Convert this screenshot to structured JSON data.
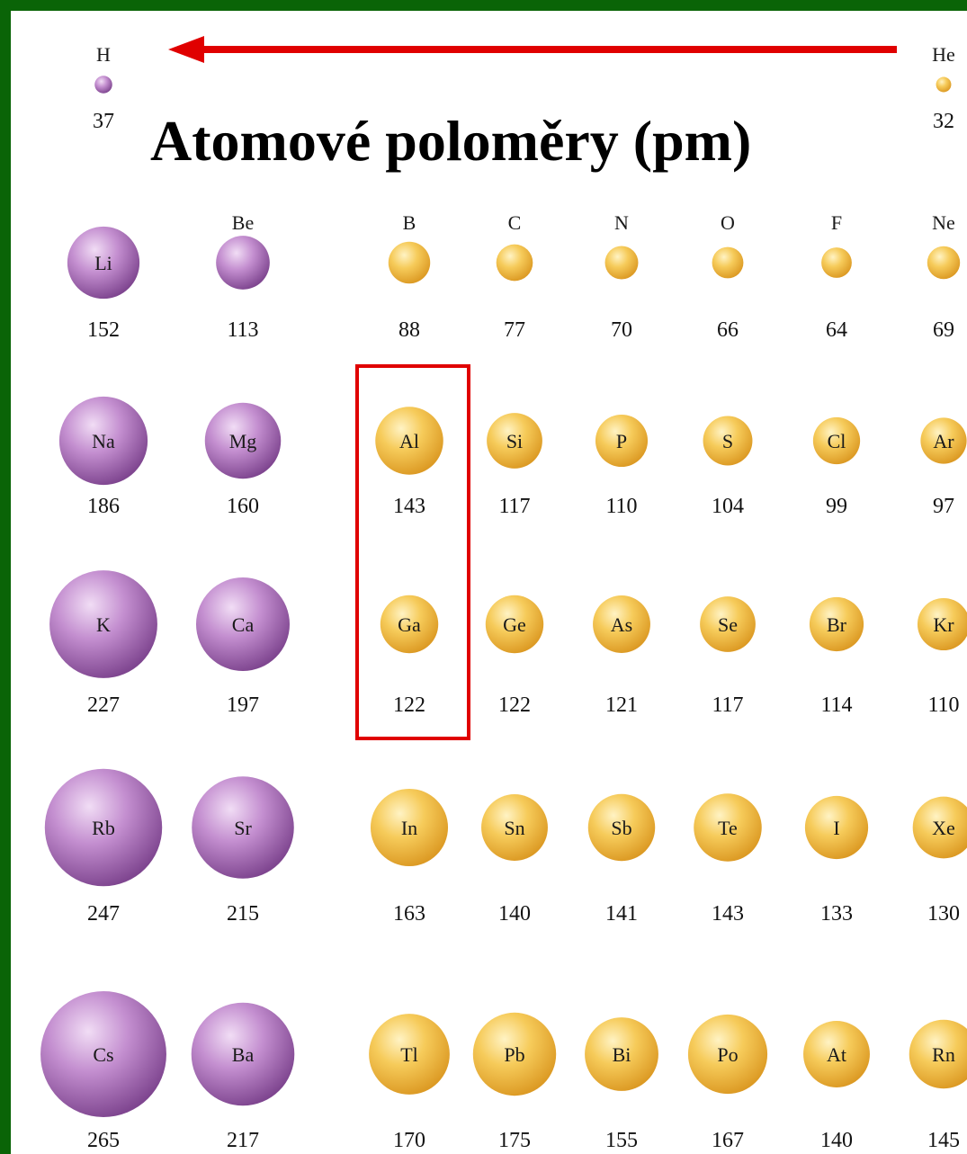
{
  "title": "Atomové poloměry (pm)",
  "colors": {
    "frame": "#0a6407",
    "metal_light": "#e5c2ec",
    "metal_dark": "#8b4f97",
    "nonmetal_light": "#fff2b0",
    "nonmetal_dark": "#e3a12d",
    "arrow": "#e00000",
    "group_box": "#e00000"
  },
  "annotations": {
    "arrow": "left-pointing red arrow across top (radius decreases left to right)",
    "highlight": "red rectangle around Al and Ga"
  },
  "chart_data": {
    "type": "diagram",
    "unit": "pm",
    "elements": [
      {
        "symbol": "H",
        "radius": 37,
        "row": 1,
        "col": 1,
        "kind": "metal-style"
      },
      {
        "symbol": "He",
        "radius": 32,
        "row": 1,
        "col": 8,
        "kind": "nonmetal-style"
      },
      {
        "symbol": "Li",
        "radius": 152,
        "row": 2,
        "col": 1,
        "kind": "metal-style"
      },
      {
        "symbol": "Be",
        "radius": 113,
        "row": 2,
        "col": 2,
        "kind": "metal-style"
      },
      {
        "symbol": "B",
        "radius": 88,
        "row": 2,
        "col": 3,
        "kind": "nonmetal-style"
      },
      {
        "symbol": "C",
        "radius": 77,
        "row": 2,
        "col": 4,
        "kind": "nonmetal-style"
      },
      {
        "symbol": "N",
        "radius": 70,
        "row": 2,
        "col": 5,
        "kind": "nonmetal-style"
      },
      {
        "symbol": "O",
        "radius": 66,
        "row": 2,
        "col": 6,
        "kind": "nonmetal-style"
      },
      {
        "symbol": "F",
        "radius": 64,
        "row": 2,
        "col": 7,
        "kind": "nonmetal-style"
      },
      {
        "symbol": "Ne",
        "radius": 69,
        "row": 2,
        "col": 8,
        "kind": "nonmetal-style"
      },
      {
        "symbol": "Na",
        "radius": 186,
        "row": 3,
        "col": 1,
        "kind": "metal-style"
      },
      {
        "symbol": "Mg",
        "radius": 160,
        "row": 3,
        "col": 2,
        "kind": "metal-style"
      },
      {
        "symbol": "Al",
        "radius": 143,
        "row": 3,
        "col": 3,
        "kind": "nonmetal-style"
      },
      {
        "symbol": "Si",
        "radius": 117,
        "row": 3,
        "col": 4,
        "kind": "nonmetal-style"
      },
      {
        "symbol": "P",
        "radius": 110,
        "row": 3,
        "col": 5,
        "kind": "nonmetal-style"
      },
      {
        "symbol": "S",
        "radius": 104,
        "row": 3,
        "col": 6,
        "kind": "nonmetal-style"
      },
      {
        "symbol": "Cl",
        "radius": 99,
        "row": 3,
        "col": 7,
        "kind": "nonmetal-style"
      },
      {
        "symbol": "Ar",
        "radius": 97,
        "row": 3,
        "col": 8,
        "kind": "nonmetal-style"
      },
      {
        "symbol": "K",
        "radius": 227,
        "row": 4,
        "col": 1,
        "kind": "metal-style"
      },
      {
        "symbol": "Ca",
        "radius": 197,
        "row": 4,
        "col": 2,
        "kind": "metal-style"
      },
      {
        "symbol": "Ga",
        "radius": 122,
        "row": 4,
        "col": 3,
        "kind": "nonmetal-style"
      },
      {
        "symbol": "Ge",
        "radius": 122,
        "row": 4,
        "col": 4,
        "kind": "nonmetal-style"
      },
      {
        "symbol": "As",
        "radius": 121,
        "row": 4,
        "col": 5,
        "kind": "nonmetal-style"
      },
      {
        "symbol": "Se",
        "radius": 117,
        "row": 4,
        "col": 6,
        "kind": "nonmetal-style"
      },
      {
        "symbol": "Br",
        "radius": 114,
        "row": 4,
        "col": 7,
        "kind": "nonmetal-style"
      },
      {
        "symbol": "Kr",
        "radius": 110,
        "row": 4,
        "col": 8,
        "kind": "nonmetal-style"
      },
      {
        "symbol": "Rb",
        "radius": 247,
        "row": 5,
        "col": 1,
        "kind": "metal-style"
      },
      {
        "symbol": "Sr",
        "radius": 215,
        "row": 5,
        "col": 2,
        "kind": "metal-style"
      },
      {
        "symbol": "In",
        "radius": 163,
        "row": 5,
        "col": 3,
        "kind": "nonmetal-style"
      },
      {
        "symbol": "Sn",
        "radius": 140,
        "row": 5,
        "col": 4,
        "kind": "nonmetal-style"
      },
      {
        "symbol": "Sb",
        "radius": 141,
        "row": 5,
        "col": 5,
        "kind": "nonmetal-style"
      },
      {
        "symbol": "Te",
        "radius": 143,
        "row": 5,
        "col": 6,
        "kind": "nonmetal-style"
      },
      {
        "symbol": "I",
        "radius": 133,
        "row": 5,
        "col": 7,
        "kind": "nonmetal-style"
      },
      {
        "symbol": "Xe",
        "radius": 130,
        "row": 5,
        "col": 8,
        "kind": "nonmetal-style"
      },
      {
        "symbol": "Cs",
        "radius": 265,
        "row": 6,
        "col": 1,
        "kind": "metal-style"
      },
      {
        "symbol": "Ba",
        "radius": 217,
        "row": 6,
        "col": 2,
        "kind": "metal-style"
      },
      {
        "symbol": "Tl",
        "radius": 170,
        "row": 6,
        "col": 3,
        "kind": "nonmetal-style"
      },
      {
        "symbol": "Pb",
        "radius": 175,
        "row": 6,
        "col": 4,
        "kind": "nonmetal-style"
      },
      {
        "symbol": "Bi",
        "radius": 155,
        "row": 6,
        "col": 5,
        "kind": "nonmetal-style"
      },
      {
        "symbol": "Po",
        "radius": 167,
        "row": 6,
        "col": 6,
        "kind": "nonmetal-style"
      },
      {
        "symbol": "At",
        "radius": 140,
        "row": 6,
        "col": 7,
        "kind": "nonmetal-style"
      },
      {
        "symbol": "Rn",
        "radius": 145,
        "row": 6,
        "col": 8,
        "kind": "nonmetal-style"
      }
    ]
  }
}
